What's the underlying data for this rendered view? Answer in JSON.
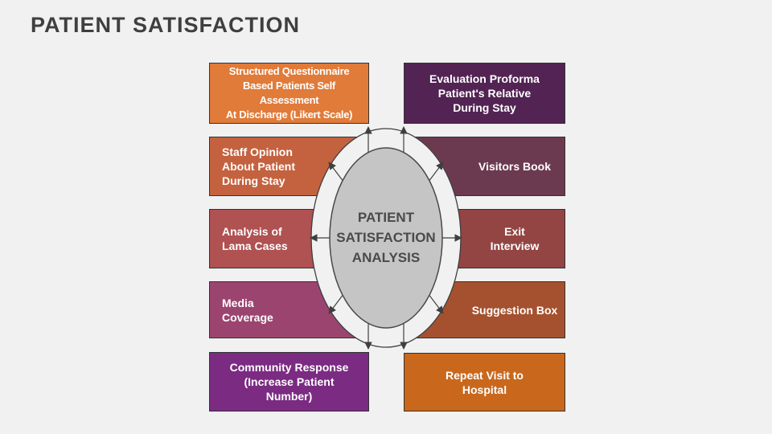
{
  "slide": {
    "title": "PATIENT SATISFACTION"
  },
  "center": {
    "label": "PATIENT\nSATISFACTION\nANALYSIS"
  },
  "left_column": [
    {
      "label": "Structured Questionnaire\nBased Patients Self\nAssessment\nAt Discharge (Likert Scale)",
      "color": "#E07B3A"
    },
    {
      "label": "Staff Opinion\nAbout Patient\nDuring Stay",
      "color": "#C4623F"
    },
    {
      "label": "Analysis of\nLama Cases",
      "color": "#B05152"
    },
    {
      "label": "Media\nCoverage",
      "color": "#9C4470"
    },
    {
      "label": "Community Response\n(Increase Patient\nNumber)",
      "color": "#7B2B82"
    }
  ],
  "right_column": [
    {
      "label": "Evaluation Proforma\nPatient's Relative\nDuring Stay",
      "color": "#522353"
    },
    {
      "label": "Visitors Book",
      "color": "#6C3A50"
    },
    {
      "label": "Exit\nInterview",
      "color": "#934543"
    },
    {
      "label": "Suggestion Box",
      "color": "#A5512F"
    },
    {
      "label": "Repeat Visit to\nHospital",
      "color": "#C9681C"
    }
  ],
  "colors": {
    "background": "#F1F1F2",
    "ellipse_fill": "#C5C5C5",
    "ellipse_border": "#4A4A4A",
    "box_border": "#333333",
    "box_text": "#FFFFFF",
    "arrow": "#3F3F3F",
    "title_text": "#3F3F3F"
  }
}
